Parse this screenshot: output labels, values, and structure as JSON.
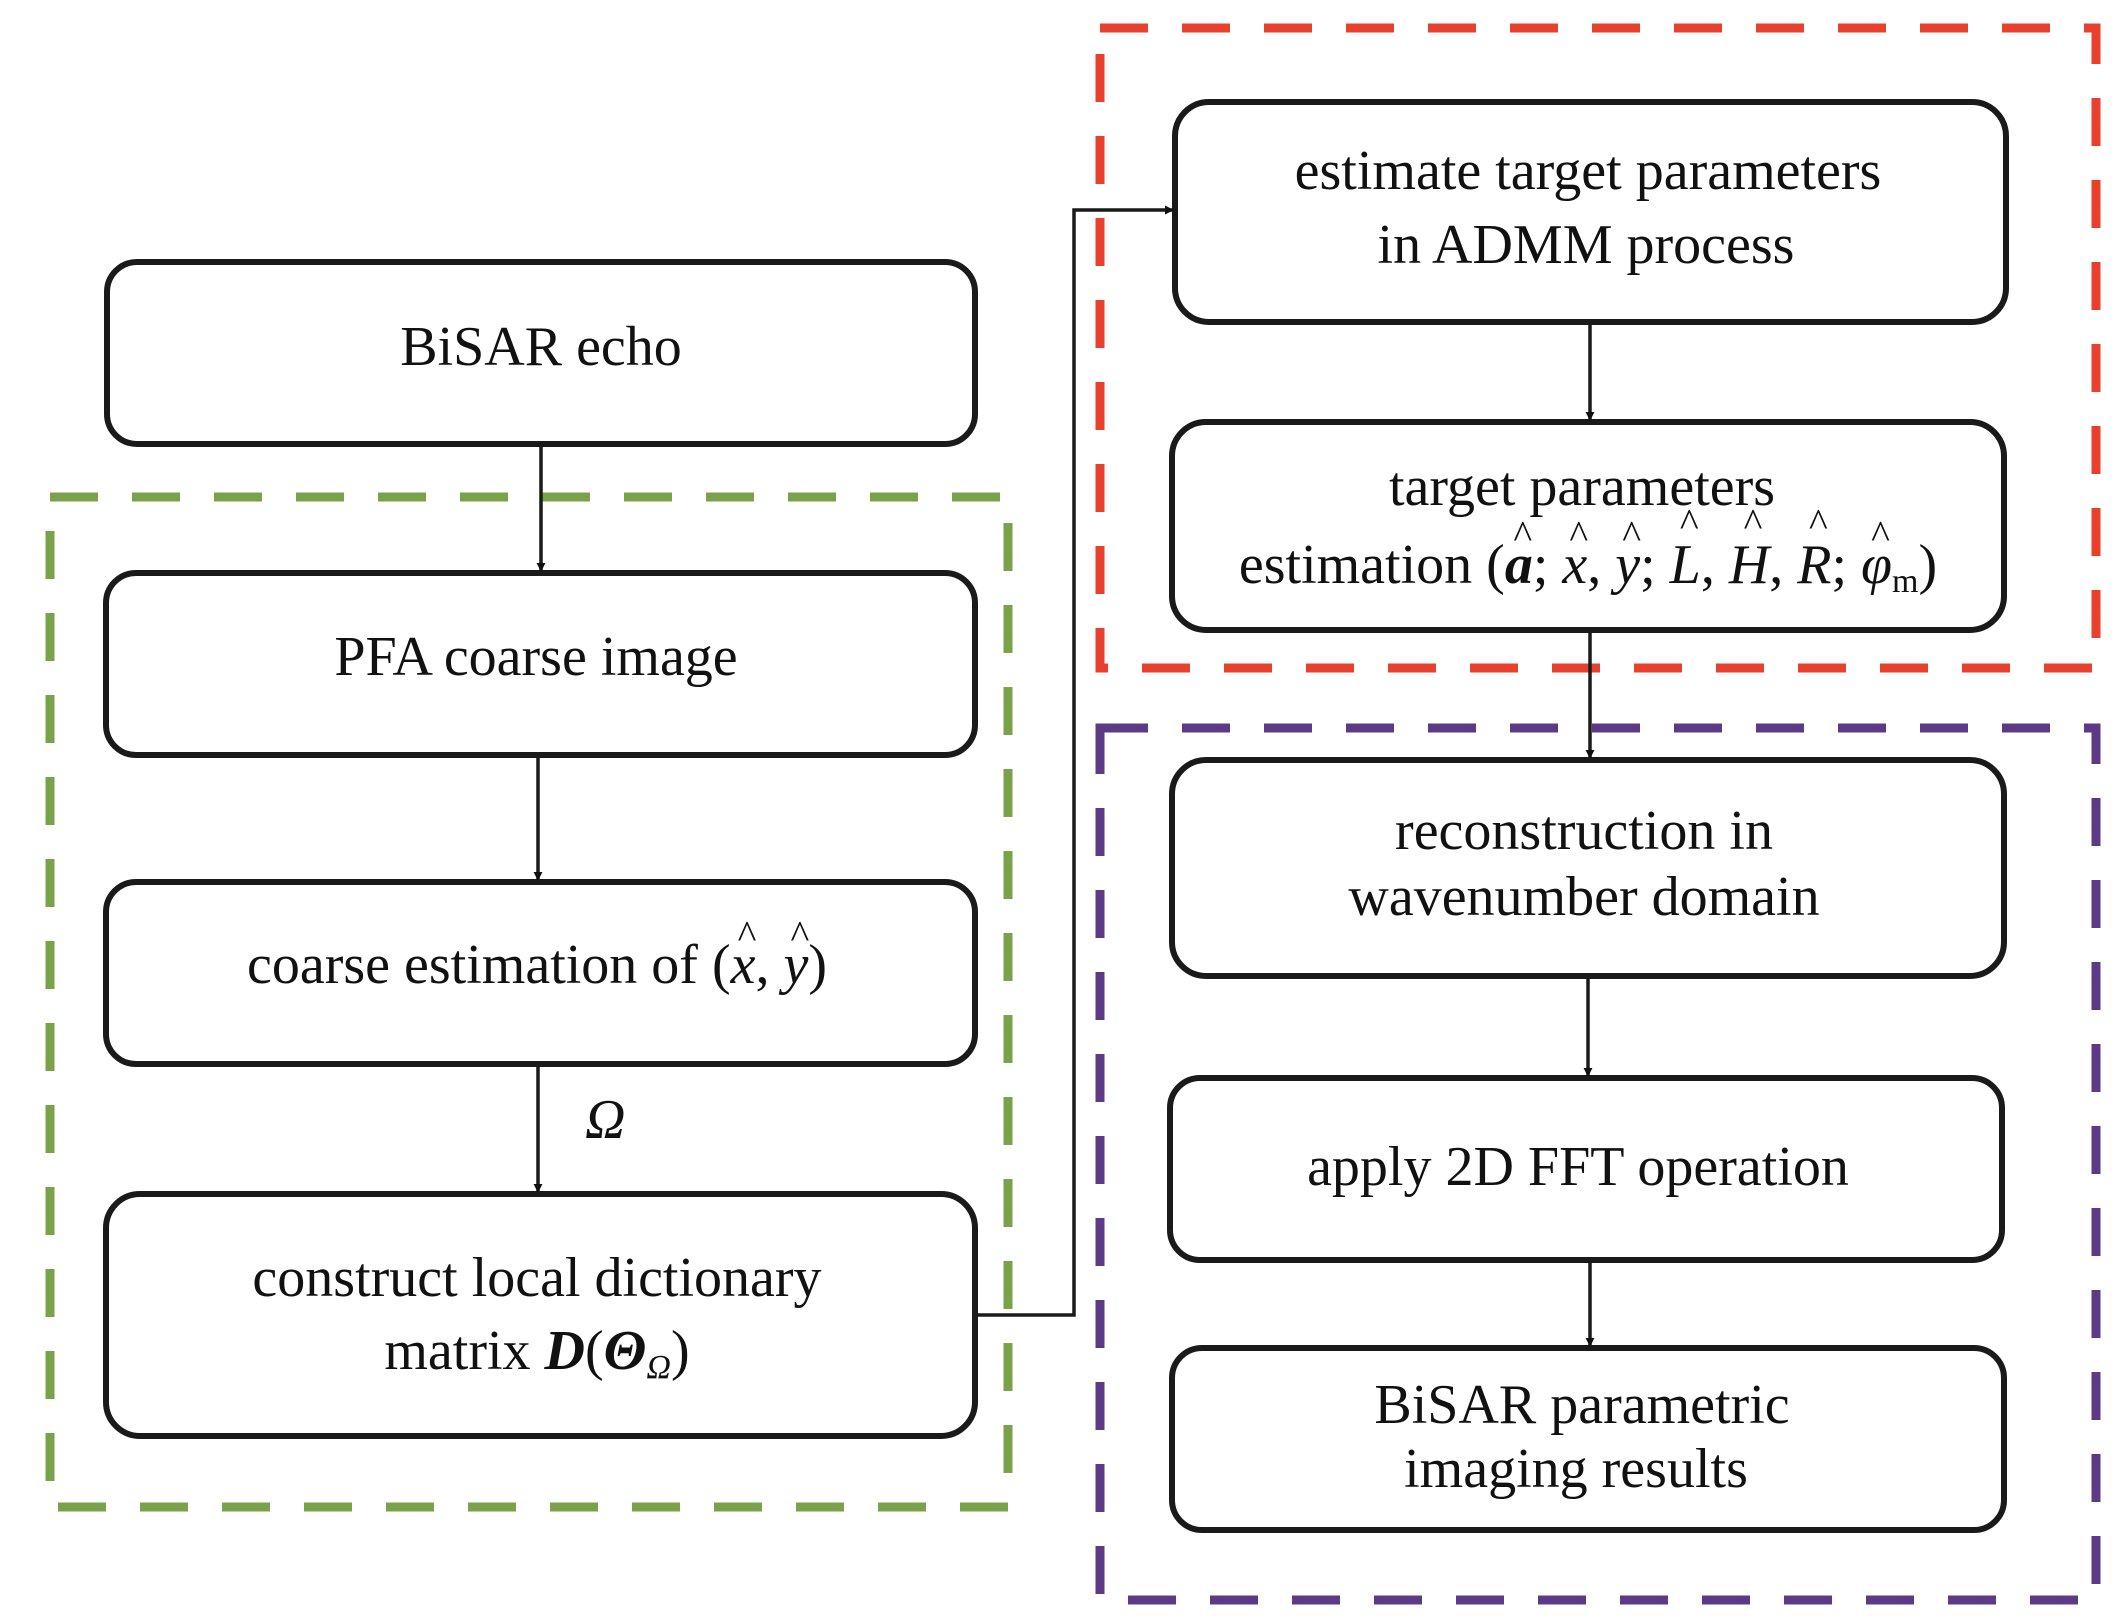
{
  "colors": {
    "group_green": "#7aa24a",
    "group_red": "#e8402c",
    "group_purple": "#5c3a86",
    "box_stroke": "#1a1a1a",
    "text": "#111111"
  },
  "boxes": {
    "bisar_echo": "BiSAR echo",
    "pfa_coarse_image": "PFA coarse image",
    "coarse_estimation": {
      "prefix": "coarse estimation of (",
      "x": "x",
      "sep": ", ",
      "y": "y",
      "suffix": ")"
    },
    "construct_dictionary": {
      "line1": "construct local dictionary",
      "line2_prefix": "matrix ",
      "D": "D",
      "open": "(",
      "Theta": "Θ",
      "subscript": "Ω",
      "close": ")"
    },
    "estimate_params": {
      "line1": "estimate target parameters",
      "line2": "in ADMM process"
    },
    "target_params_estimation": {
      "line1": "target parameters",
      "line2_prefix": "estimation (",
      "a": "a",
      "sep1": "; ",
      "x": "x",
      "sep2": ", ",
      "y": "y",
      "sep3": "; ",
      "L": "L",
      "sep4": ", ",
      "H": "H",
      "sep5": ", ",
      "R": "R",
      "sep6": "; ",
      "phi": "φ",
      "phi_sub": "m",
      "close": ")"
    },
    "reconstruction": {
      "line1": "reconstruction in",
      "line2": "wavenumber domain"
    },
    "apply_fft": "apply 2D FFT operation",
    "imaging_results": {
      "line1": "BiSAR parametric",
      "line2": "imaging results"
    }
  },
  "edge_labels": {
    "omega": "Ω"
  },
  "hat": "^"
}
